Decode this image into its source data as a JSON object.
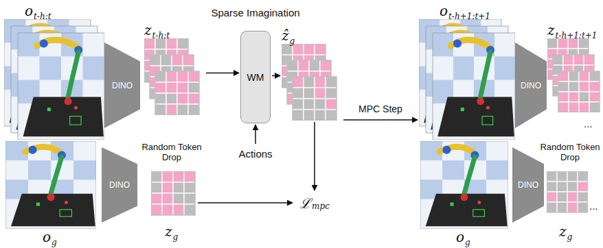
{
  "diagram": {
    "nodes": [
      {
        "text": [
          "o",
          "t-h:t"
        ]
      },
      {
        "text": [
          "DINO"
        ]
      },
      {
        "text": [
          "z",
          "t-h:t"
        ]
      },
      {
        "text": [
          "o",
          "g"
        ]
      },
      {
        "text": [
          "DINO"
        ]
      },
      {
        "text": [
          "z",
          "g"
        ]
      },
      {
        "text": [
          "WM"
        ]
      },
      {
        "text": [
          "Actions"
        ]
      },
      {
        "text": [
          "ẑ",
          "g"
        ]
      },
      {
        "text": [
          "ℒ",
          "mpc"
        ]
      },
      {
        "text": [
          "o",
          "t-h+1:t+1"
        ]
      },
      {
        "text": [
          "DINO"
        ]
      },
      {
        "text": [
          "z",
          "t-h+1:t+1"
        ]
      },
      {
        "text": [
          "o",
          "g"
        ]
      },
      {
        "text": [
          "DINO"
        ]
      },
      {
        "text": [
          "z",
          "g"
        ]
      }
    ],
    "edges": [
      {
        "from": 2,
        "to": 6,
        "arrow": "to"
      },
      {
        "from": 7,
        "to": 6,
        "arrow": "to"
      },
      {
        "from": 6,
        "to": 8,
        "arrow": "to"
      },
      {
        "from": 8,
        "to": 9,
        "arrow": "to"
      },
      {
        "from": 5,
        "to": 9,
        "arrow": "to"
      },
      {
        "from": 8,
        "to": 10,
        "label": "MPC Step",
        "arrow": "to"
      }
    ],
    "labels": [
      "Sparse Imagination",
      "Random Token Drop",
      "Random Token Drop",
      "...",
      "..."
    ]
  }
}
